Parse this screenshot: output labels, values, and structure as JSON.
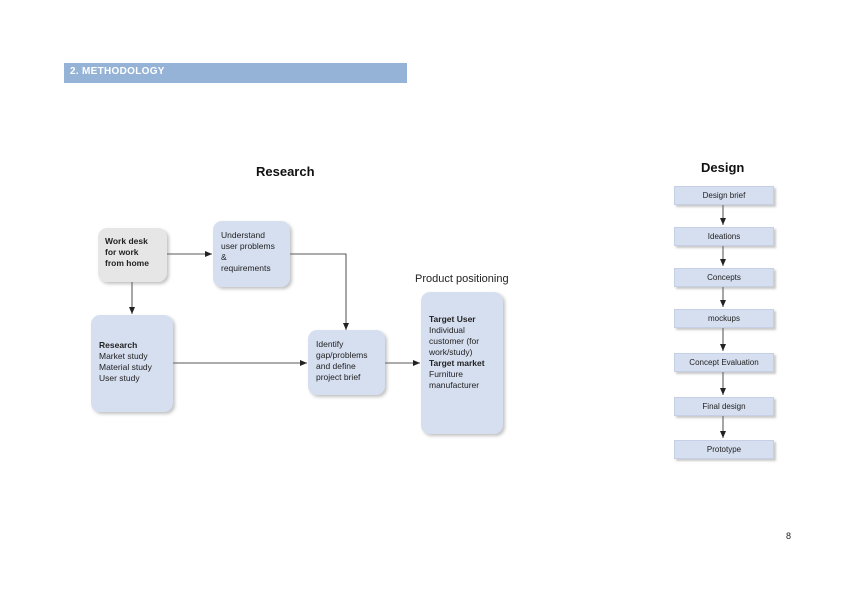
{
  "header": {
    "section_title": "2.  METHODOLOGY"
  },
  "research": {
    "title": "Research",
    "work_desk": [
      "Work desk",
      "for work",
      "from home"
    ],
    "understand": [
      "Understand",
      "user problems",
      "&",
      "requirements"
    ],
    "research_box": {
      "heading": "Research",
      "items": [
        "Market study",
        "Material study",
        "User study"
      ]
    },
    "identify": [
      "Identify",
      "gap/problems",
      "and define",
      "project brief"
    ]
  },
  "positioning": {
    "label": "Product positioning",
    "target_user_heading": "Target User",
    "target_user_lines": [
      "Individual",
      "customer (for",
      "work/study)"
    ],
    "target_market_heading": "Target market",
    "target_market_lines": [
      "Furniture",
      "manufacturer"
    ]
  },
  "design": {
    "title": "Design",
    "steps": [
      "Design brief",
      "Ideations",
      "Concepts",
      "mockups",
      "Concept Evaluation",
      "Final design",
      "Prototype"
    ]
  },
  "page_number": "8"
}
